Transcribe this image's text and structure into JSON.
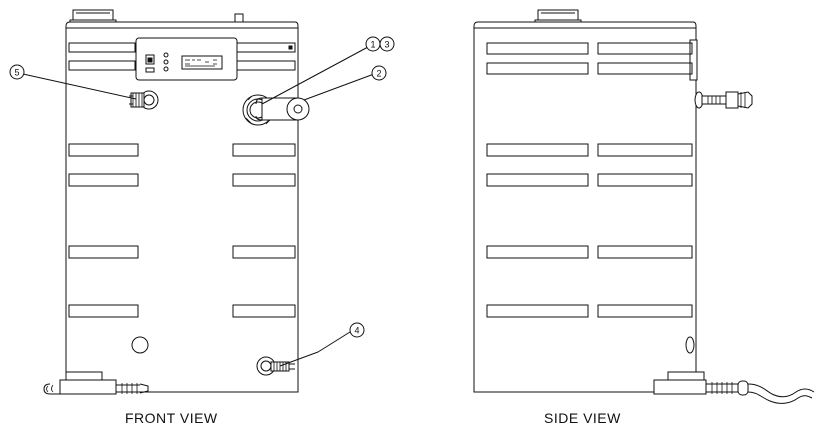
{
  "captions": {
    "front": "FRONT VIEW",
    "side": "SIDE VIEW"
  },
  "callouts": {
    "c1": "1",
    "c2": "2",
    "c3": "3",
    "c4": "4",
    "c5": "5"
  },
  "colors": {
    "line": "#111111",
    "background": "#ffffff"
  }
}
